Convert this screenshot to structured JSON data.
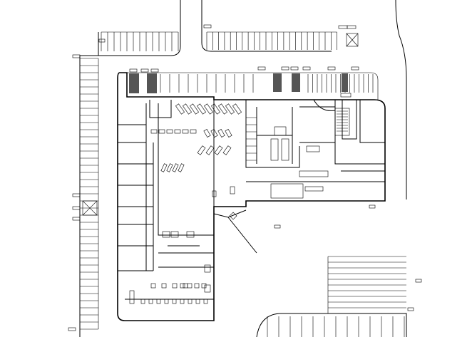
{
  "drawing": {
    "background": "#ffffff",
    "line_color": "#000000",
    "hatch_color": "#555555",
    "parking_rows": [
      {
        "id": "north-left",
        "stalls": 12
      },
      {
        "id": "north-center",
        "stalls": 22
      },
      {
        "id": "west",
        "stalls": 38
      },
      {
        "id": "inner-north-left",
        "stalls": 10
      },
      {
        "id": "inner-north-right",
        "stalls": 14
      },
      {
        "id": "southeast",
        "stalls": 10
      },
      {
        "id": "south",
        "stalls": 12
      }
    ]
  }
}
